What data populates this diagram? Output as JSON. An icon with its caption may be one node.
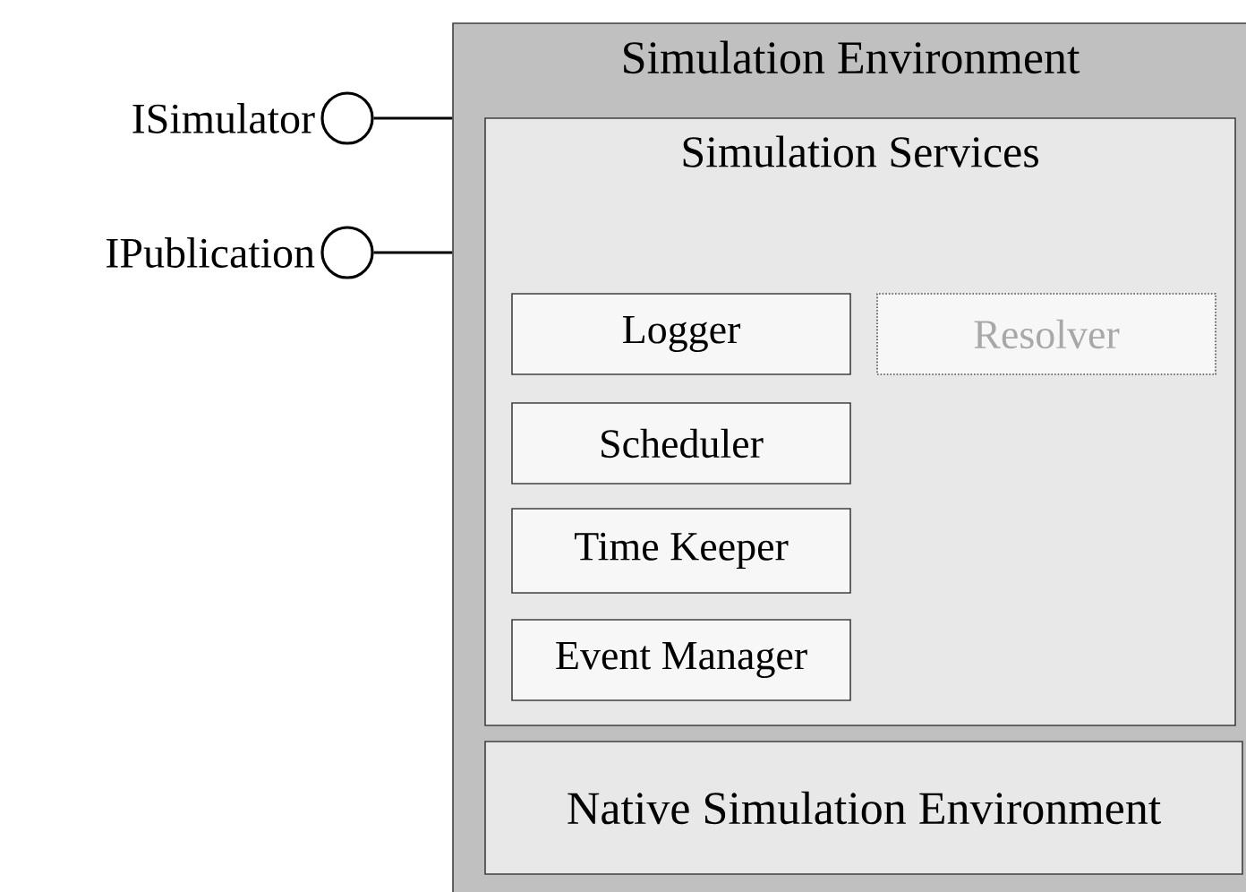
{
  "diagram": {
    "nodes": [
      {
        "text": [
          "Simulation Environment"
        ]
      },
      {
        "text": [
          "Simulation Services"
        ],
        "in": 0
      },
      {
        "text": [
          "Logger"
        ],
        "in": 1
      },
      {
        "text": [
          "Resolver"
        ],
        "in": 1
      },
      {
        "text": [
          "Scheduler"
        ],
        "in": 1
      },
      {
        "text": [
          "Time Keeper"
        ],
        "in": 1
      },
      {
        "text": [
          "Event Manager"
        ],
        "in": 1
      },
      {
        "text": [
          "Native Simulation Environment"
        ],
        "in": 0
      },
      {
        "text": [],
        "shape": "circle",
        "beside": [
          "ISimulator"
        ]
      },
      {
        "text": [],
        "shape": "circle",
        "beside": [
          "IPublication"
        ]
      }
    ],
    "edges": [
      {
        "from": 8,
        "to": 0,
        "arrow": "none"
      },
      {
        "from": 9,
        "to": 0,
        "arrow": "none"
      }
    ]
  }
}
